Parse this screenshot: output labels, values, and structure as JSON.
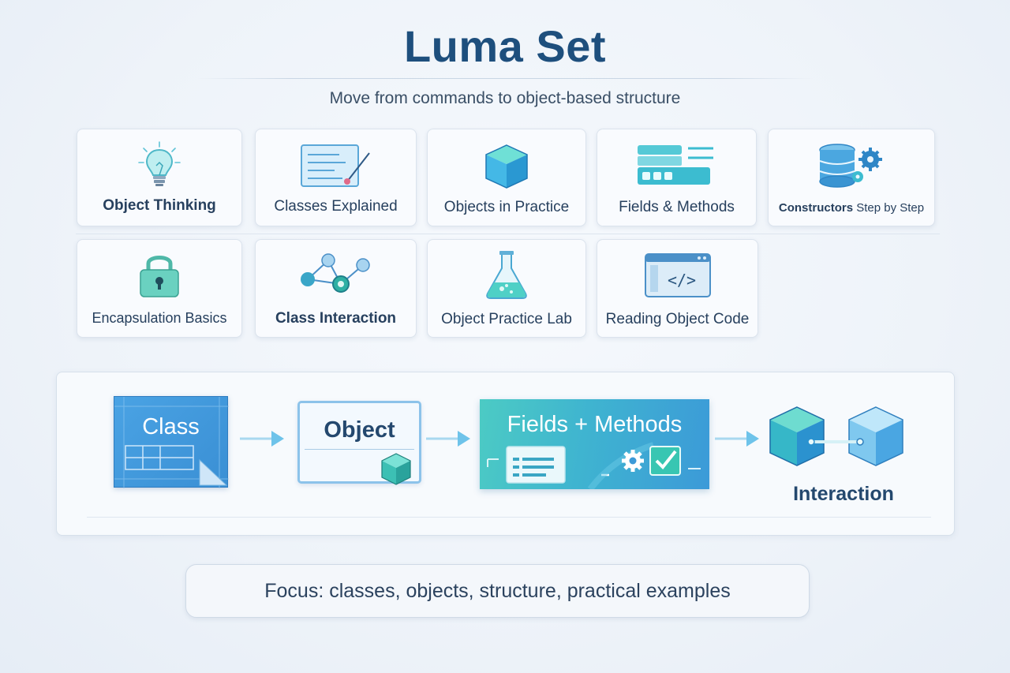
{
  "header": {
    "title": "Luma Set",
    "subtitle": "Move from commands to object-based structure"
  },
  "topics": [
    {
      "label": "Object Thinking",
      "icon": "lightbulb-icon"
    },
    {
      "label": "Classes Explained",
      "icon": "document-pen-icon"
    },
    {
      "label": "Objects in Practice",
      "icon": "cube-icon"
    },
    {
      "label": "Fields & Methods",
      "icon": "panel-icon"
    },
    {
      "label_bold": "Constructors",
      "label_rest": "Step by Step",
      "icon": "database-gear-icon"
    },
    {
      "label": "Encapsulation Basics",
      "icon": "padlock-icon"
    },
    {
      "label": "Class Interaction",
      "icon": "network-nodes-icon"
    },
    {
      "label": "Object Practice Lab",
      "icon": "flask-icon"
    },
    {
      "label": "Reading Object Code",
      "icon": "code-window-icon"
    }
  ],
  "flow": {
    "steps": [
      {
        "label": "Class",
        "icon": "blueprint-icon"
      },
      {
        "label": "Object",
        "icon": "window-cube-icon"
      },
      {
        "label": "Fields + Methods",
        "icon": "panel-gear-check-icon"
      },
      {
        "label": "Interaction",
        "icon": "linked-cubes-icon"
      }
    ]
  },
  "footer": {
    "focus": "Focus: classes, objects, structure, practical examples"
  },
  "colors": {
    "title": "#1e4f7d",
    "teal": "#3cc6b8",
    "blue": "#3d8fd6",
    "card_bg": "#f9fbfe"
  }
}
